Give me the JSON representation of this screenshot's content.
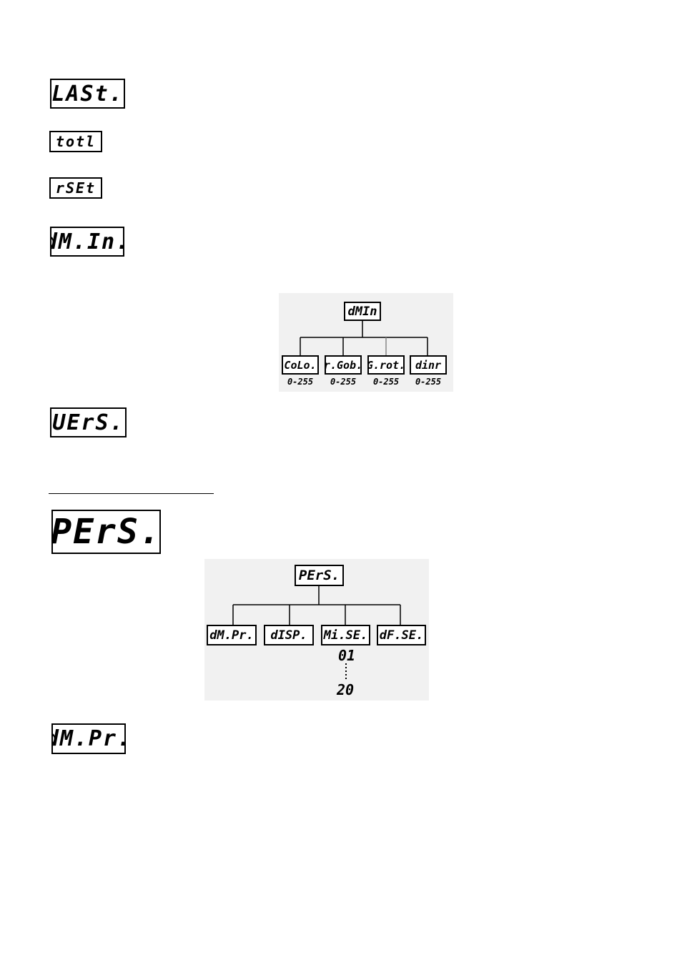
{
  "displays": {
    "last": "LASt.",
    "totl": "totl",
    "rset": "rSEt",
    "dmin": "dM.In.",
    "vers": "UErS.",
    "pers": "PErS.",
    "dmpr": "dM.Pr."
  },
  "dmin_diagram": {
    "root": "dMIn",
    "children": [
      {
        "label": "CoLo.",
        "range": "0-255"
      },
      {
        "label": "r.Gob.",
        "range": "0-255"
      },
      {
        "label": "G.rot.",
        "range": "0-255"
      },
      {
        "label": "dinr",
        "range": "0-255"
      }
    ]
  },
  "pers_diagram": {
    "root": "PErS.",
    "children": [
      {
        "label": "dM.Pr."
      },
      {
        "label": "dISP."
      },
      {
        "label": "Mi.SE."
      },
      {
        "label": "dF.SE."
      }
    ],
    "scene_from": "01",
    "scene_to": "20"
  }
}
